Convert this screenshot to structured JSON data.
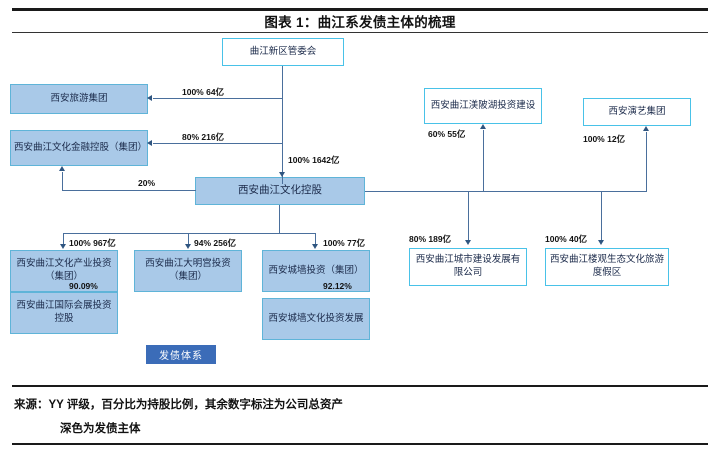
{
  "title": "图表 1：曲江系发债主体的梳理",
  "legend": {
    "badge_label": "发债体系"
  },
  "source": {
    "line1": "来源：YY 评级，百分比为持股比例，其余数字标注为公司总资产",
    "line2": "深色为发债主体"
  },
  "colors": {
    "issuer_fill": "#a9c9e8",
    "box_border": "#49c2e8",
    "connector": "#4a6f9c",
    "badge": "#3b6cb8"
  },
  "nodes": {
    "root": "曲江新区管委会",
    "travel_group": "西安旅游集团",
    "fin_holding": "西安曲江文化金融控股（集团）",
    "culture_holding": "西安曲江文化控股",
    "culture_industry": "西安曲江文化产业投资（集团）",
    "expo_holding": "西安曲江国际会展投资控股",
    "daminggong": "西安曲江大明宫投资（集团）",
    "citywall_invest": "西安城墙投资（集团）",
    "citywall_culture": "西安城墙文化投资发展",
    "meipi_lake": "西安曲江渼陂湖投资建设",
    "performing_arts": "西安演艺集团",
    "city_construction": "西安曲江城市建设发展有限公司",
    "louguan": "西安曲江楼观生态文化旅游度假区"
  },
  "edges": {
    "root_to_travel": "100% 64亿",
    "root_to_fin": "80% 216亿",
    "root_to_culture": "100% 1642亿",
    "culture_to_fin": "20%",
    "culture_to_industry": "100% 967亿",
    "industry_to_expo": "90.09%",
    "culture_to_daminggong": "94% 256亿",
    "culture_to_citywall": "100% 77亿",
    "citywall_to_culture_invest": "92.12%",
    "culture_to_meipi": "60% 55亿",
    "culture_to_arts": "100% 12亿",
    "culture_to_city_construction": "80% 189亿",
    "culture_to_louguan": "100% 40亿"
  }
}
